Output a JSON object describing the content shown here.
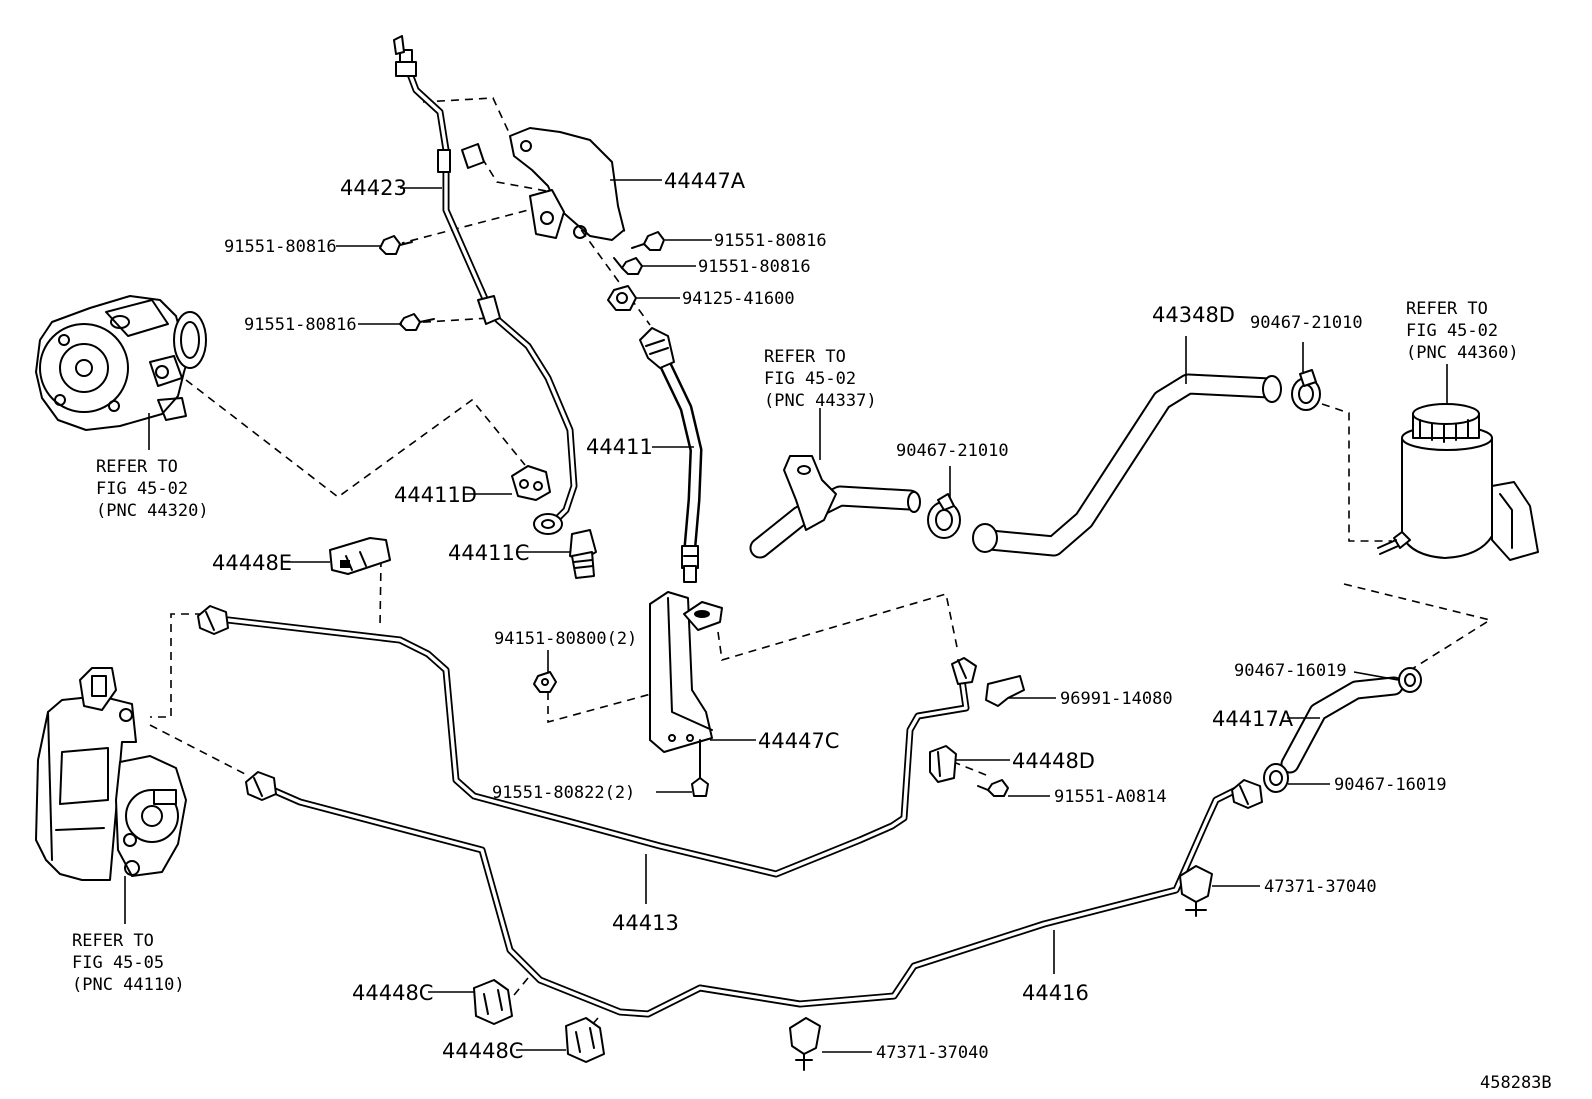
{
  "diagram": {
    "catalog_number": "458283B",
    "parts": [
      {
        "id": "44423",
        "label": "44423"
      },
      {
        "id": "44447A",
        "label": "44447A"
      },
      {
        "id": "91551-80816-a",
        "label": "91551-80816"
      },
      {
        "id": "91551-80816-b",
        "label": "91551-80816"
      },
      {
        "id": "91551-80816-c",
        "label": "91551-80816"
      },
      {
        "id": "91551-80816-d",
        "label": "91551-80816"
      },
      {
        "id": "94125-41600",
        "label": "94125-41600"
      },
      {
        "id": "44411",
        "label": "44411"
      },
      {
        "id": "44411D",
        "label": "44411D"
      },
      {
        "id": "44411C",
        "label": "44411C"
      },
      {
        "id": "44448E",
        "label": "44448E"
      },
      {
        "id": "94151-80800",
        "label": "94151-80800(2)"
      },
      {
        "id": "44447C",
        "label": "44447C"
      },
      {
        "id": "91551-80822",
        "label": "91551-80822(2)"
      },
      {
        "id": "44413",
        "label": "44413"
      },
      {
        "id": "44448D",
        "label": "44448D"
      },
      {
        "id": "91551-A0814",
        "label": "91551-A0814"
      },
      {
        "id": "96991-14080",
        "label": "96991-14080"
      },
      {
        "id": "44348D",
        "label": "44348D"
      },
      {
        "id": "90467-21010-a",
        "label": "90467-21010"
      },
      {
        "id": "90467-21010-b",
        "label": "90467-21010"
      },
      {
        "id": "90467-16019-a",
        "label": "90467-16019"
      },
      {
        "id": "90467-16019-b",
        "label": "90467-16019"
      },
      {
        "id": "44417A",
        "label": "44417A"
      },
      {
        "id": "47371-37040-a",
        "label": "47371-37040"
      },
      {
        "id": "47371-37040-b",
        "label": "47371-37040"
      },
      {
        "id": "44416",
        "label": "44416"
      },
      {
        "id": "44448C-a",
        "label": "44448C"
      },
      {
        "id": "44448C-b",
        "label": "44448C"
      }
    ],
    "references": [
      {
        "id": "ref-44320",
        "lines": [
          "REFER TO",
          "FIG 45-02",
          "(PNC 44320)"
        ]
      },
      {
        "id": "ref-44110",
        "lines": [
          "REFER TO",
          "FIG 45-05",
          "(PNC 44110)"
        ]
      },
      {
        "id": "ref-44337",
        "lines": [
          "REFER TO",
          "FIG 45-02",
          "(PNC 44337)"
        ]
      },
      {
        "id": "ref-44360",
        "lines": [
          "REFER TO",
          "FIG 45-02",
          "(PNC 44360)"
        ]
      }
    ]
  }
}
